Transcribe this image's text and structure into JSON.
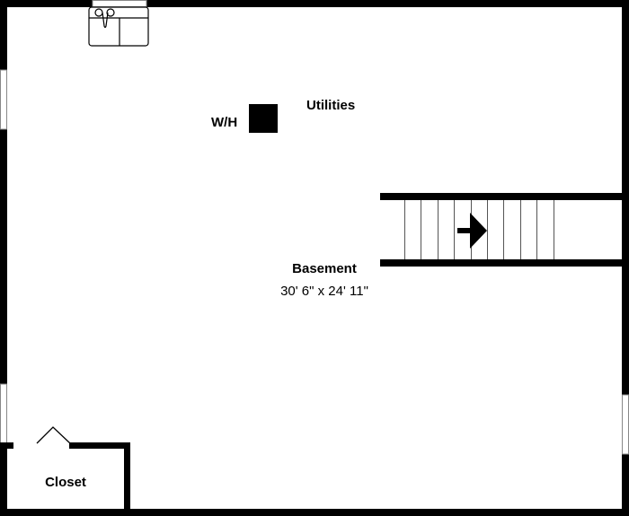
{
  "floor_plan": {
    "rooms": [
      {
        "name": "Basement",
        "dimensions": "30' 6\" x 24' 11\""
      },
      {
        "name": "Utilities"
      },
      {
        "name": "Closet"
      }
    ],
    "fixtures": [
      {
        "label": "W/H",
        "type": "water-heater"
      },
      {
        "type": "laundry-sink"
      }
    ],
    "stairs": {
      "direction": "right",
      "treads": 10
    },
    "colors": {
      "wall": "#000000",
      "background": "#ffffff",
      "window": "#888888"
    }
  }
}
